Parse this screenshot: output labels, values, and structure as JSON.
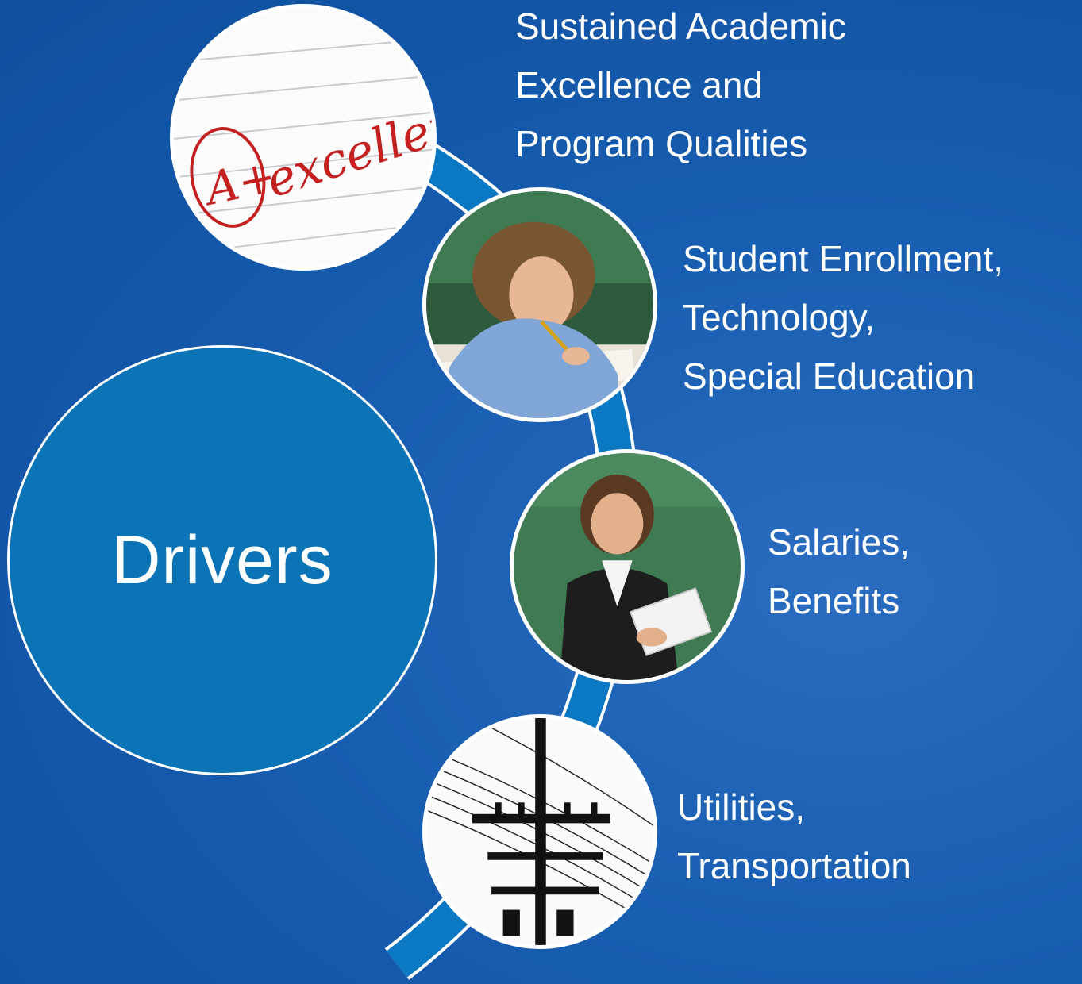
{
  "center": {
    "label": "Drivers"
  },
  "items": [
    {
      "lines": [
        "Sustained Academic",
        "Excellence and",
        "Program Qualities"
      ],
      "image": "graded-paper-a-plus-excellent",
      "image_text": "excellent!"
    },
    {
      "lines": [
        "Student Enrollment,",
        "Technology,",
        "Special Education"
      ],
      "image": "student-writing-at-desk"
    },
    {
      "lines": [
        "Salaries,",
        "Benefits"
      ],
      "image": "teacher-holding-book"
    },
    {
      "lines": [
        "Utilities,",
        "Transportation"
      ],
      "image": "power-line-pole-silhouette"
    }
  ],
  "colors": {
    "background": "#175db0",
    "hub": "#0a74b6",
    "arc": "#0a78c2",
    "text": "#ffffff"
  }
}
